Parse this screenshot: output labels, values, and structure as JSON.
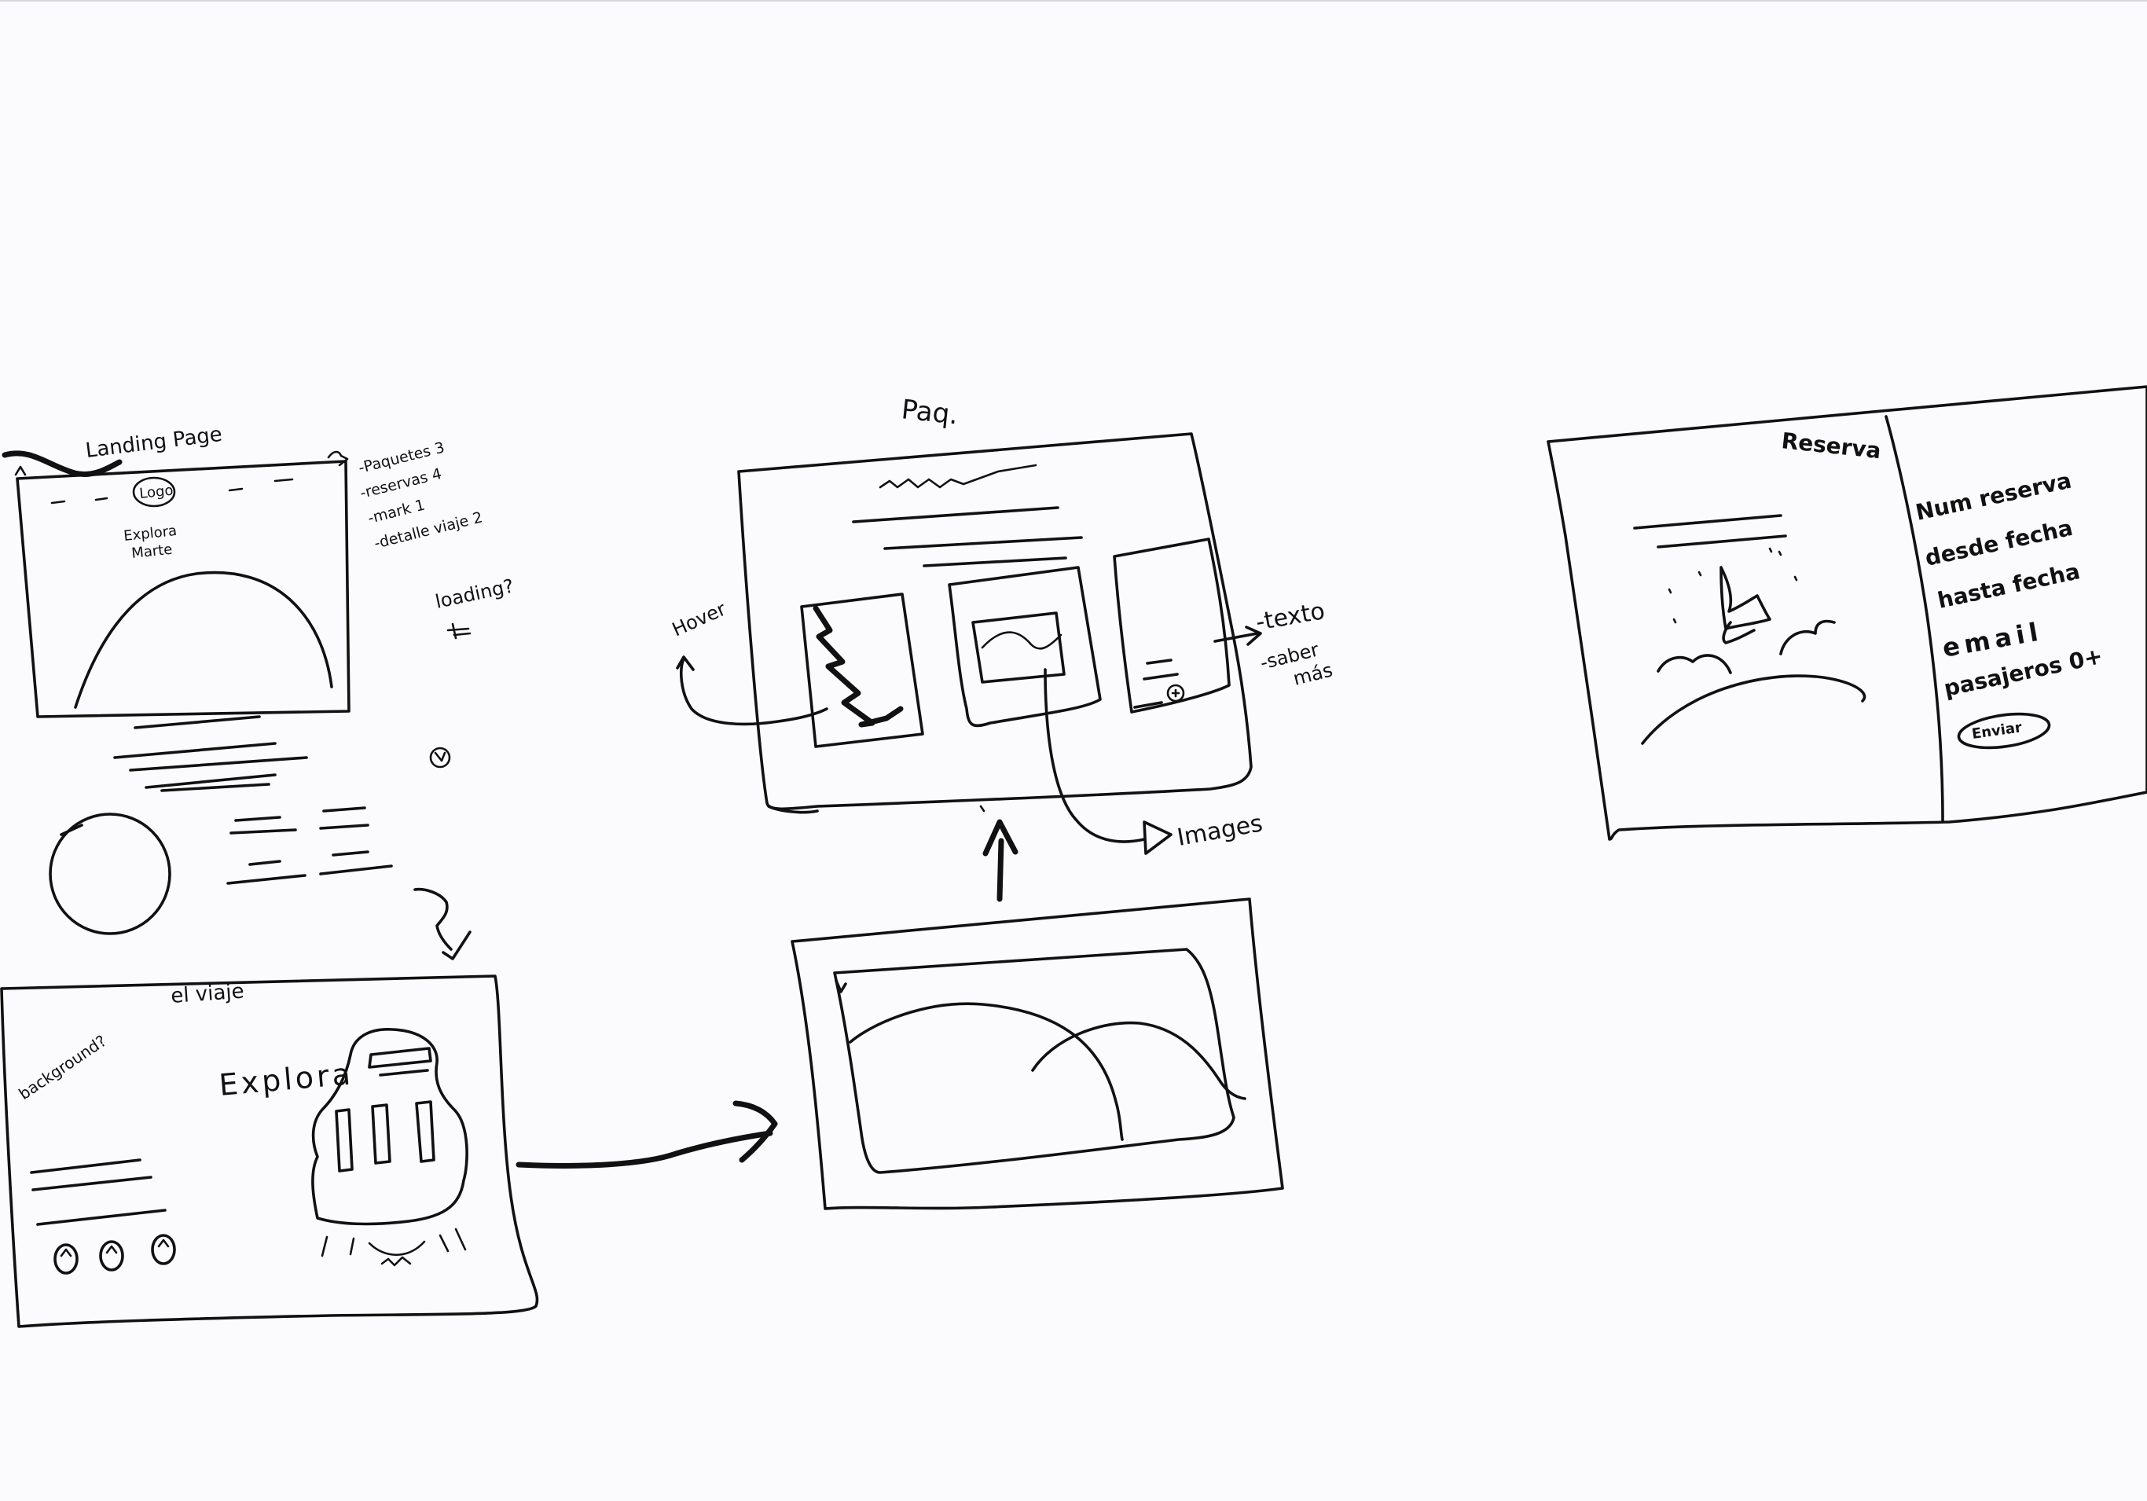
{
  "sketch1": {
    "title": "Landing Page",
    "logo": "Logo",
    "hero_text_1": "Explora",
    "hero_text_2": "Marte",
    "notes": [
      "-Paquetes 3",
      "-reservas 4",
      "-mark 1",
      "-detalle viaje 2"
    ],
    "loading_note": "loading?"
  },
  "sketch2": {
    "title": "el viaje",
    "background_note": "background?",
    "cta": "Explora"
  },
  "sketch3": {
    "title": "Paq.",
    "hover_note": "Hover",
    "images_note": "Images",
    "text_note": "-texto",
    "more_note_1": "-saber",
    "more_note_2": "más"
  },
  "sketch5": {
    "title": "Reserva",
    "form_fields": [
      "Num reserva",
      "desde fecha",
      "hasta fecha",
      "email",
      "pasajeros 0+"
    ],
    "submit": "Enviar"
  }
}
